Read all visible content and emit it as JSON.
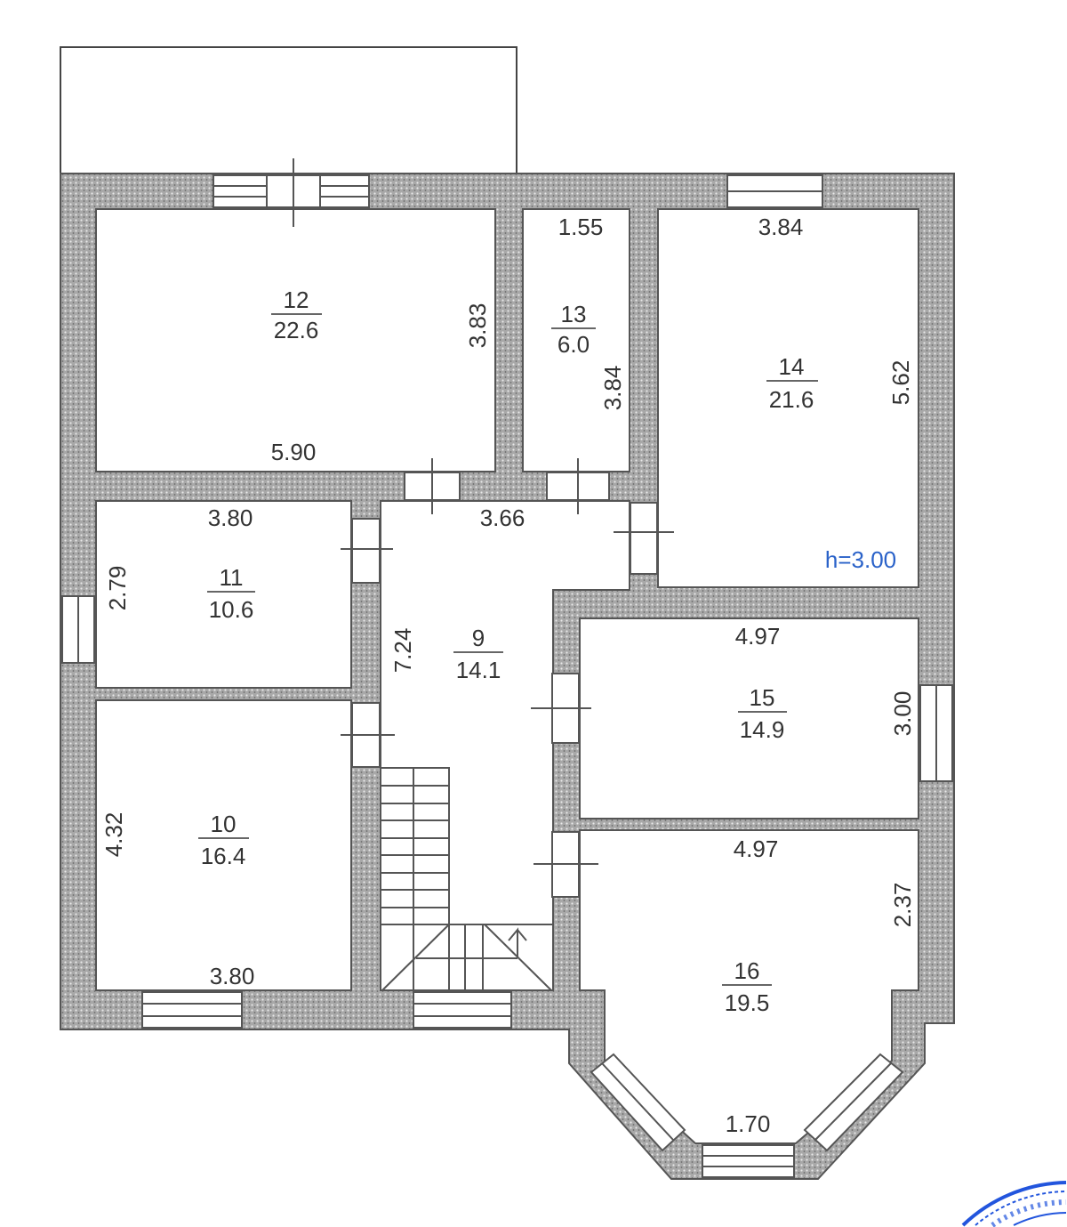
{
  "plan": {
    "ceiling_height": "h=3.00",
    "accent_color": "#2a62c9",
    "wall_color": "#9a9a9a",
    "rooms": [
      {
        "number": "12",
        "area": "22.6"
      },
      {
        "number": "13",
        "area": "6.0"
      },
      {
        "number": "14",
        "area": "21.6"
      },
      {
        "number": "11",
        "area": "10.6"
      },
      {
        "number": "9",
        "area": "14.1"
      },
      {
        "number": "15",
        "area": "14.9"
      },
      {
        "number": "10",
        "area": "16.4"
      },
      {
        "number": "16",
        "area": "19.5"
      }
    ],
    "dimensions": [
      "3.83",
      "5.90",
      "1.55",
      "3.84",
      "3.84",
      "5.62",
      "3.80",
      "2.79",
      "3.66",
      "7.24",
      "4.97",
      "3.00",
      "4.97",
      "2.37",
      "4.32",
      "3.80",
      "1.70"
    ],
    "stamp": {
      "color": "#2255dd"
    }
  }
}
